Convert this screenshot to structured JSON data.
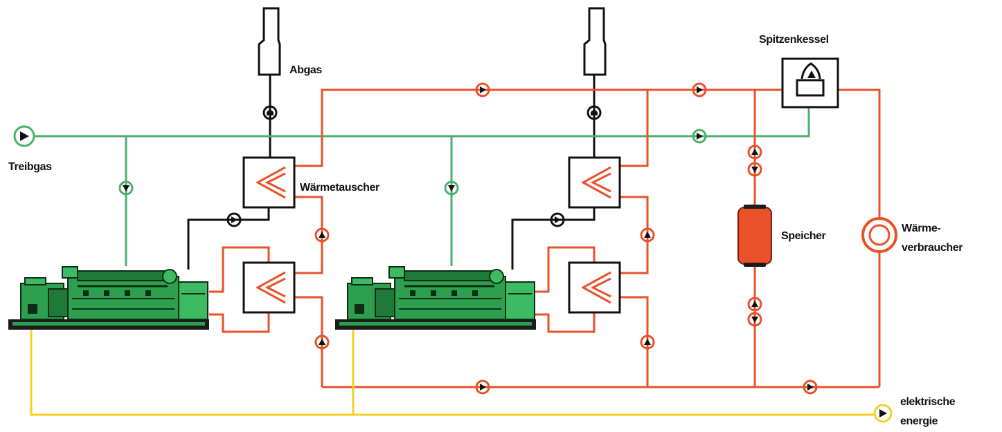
{
  "labels": {
    "exhaust": "Abgas",
    "peak_boiler": "Spitzenkessel",
    "fuel_gas": "Treibgas",
    "heat_exchanger": "Wärmetauscher",
    "storage": "Speicher",
    "heat_consumer_line1": "Wärme-",
    "heat_consumer_line2": "verbraucher",
    "electric_line1": "elektrische",
    "electric_line2": "energie"
  },
  "colors": {
    "heat": "#E8512A",
    "gas": "#4CAF6E",
    "exhaust": "#111111",
    "power": "#F5D020",
    "engine": "#2E9E4F"
  },
  "icons": [
    "chimney-icon",
    "heat-exchanger-icon",
    "gas-engine-icon",
    "valve-icon",
    "peak-boiler-icon",
    "storage-tank-icon",
    "heat-consumer-icon"
  ]
}
